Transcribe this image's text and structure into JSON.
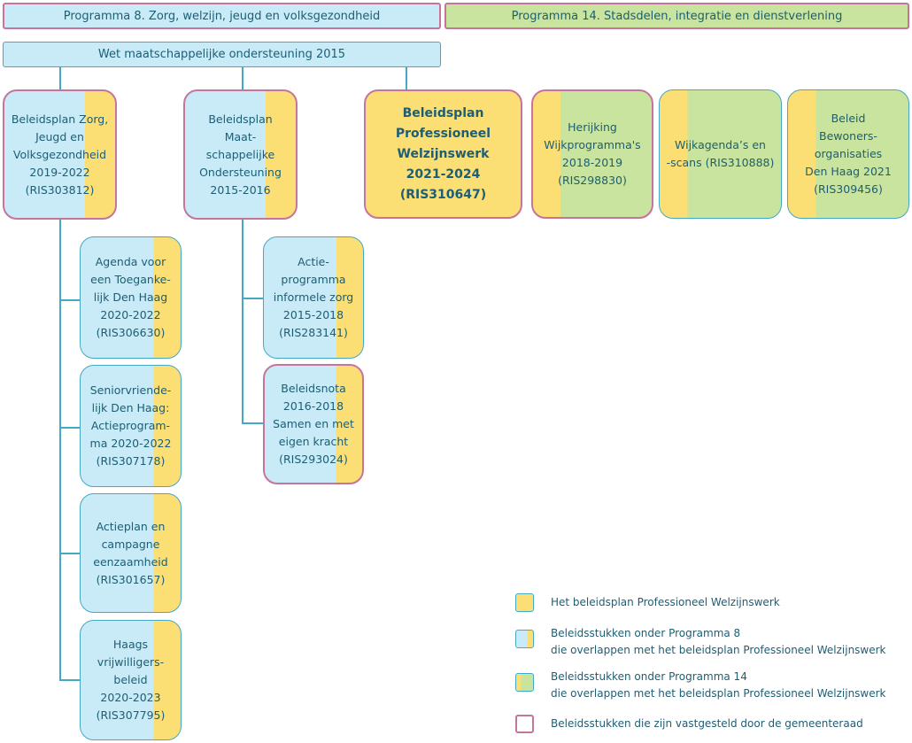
{
  "headers": {
    "programma8": "Programma 8. Zorg, welzijn, jeugd en volksgezondheid",
    "programma14": "Programma 14. Stadsdelen, integratie en dienstverlening"
  },
  "wmo": "Wet maatschappelijke ondersteuning 2015",
  "top_nodes": [
    "Beleidsplan Zorg,\nJeugd en\nVolksgezondheid\n2019-2022\n(RIS303812)",
    "Beleidsplan\nMaat-\nschappelijke\nOndersteuning\n2015-2016",
    "Beleidsplan\nProfessioneel\nWelzijnswerk\n2021-2024\n(RIS310647)",
    "Herijking\nWijkprogramma's\n2018-2019\n(RIS298830)",
    "Wijkagenda’s en\n-scans (RIS310888)",
    "Beleid\nBewoners-\norganisaties\nDen Haag 2021\n(RIS309456)"
  ],
  "sub_zorg": [
    "Agenda voor\neen Toeganke-\nlijk Den Haag\n2020-2022\n(RIS306630)",
    "Seniorvriende-\nlijk Den Haag:\nActieprogram-\nma 2020-2022\n(RIS307178)",
    "Actieplan en\ncampagne\neenzaamheid\n(RIS301657)",
    "Haags\nvrijwilligers-\nbeleid\n2020-2023\n(RIS307795)"
  ],
  "sub_wmo": [
    "Actie-\nprogramma\ninformele zorg\n2015-2018\n(RIS283141)",
    "Beleidsnota\n2016-2018\nSamen en met\neigen kracht\n(RIS293024)"
  ],
  "legend": [
    "Het beleidsplan Professioneel Welzijnswerk",
    "Beleidsstukken onder Programma 8\ndie overlappen met het beleidsplan Professioneel Welzijnswerk",
    "Beleidsstukken onder Programma 14\ndie overlappen met het beleidsplan Professioneel Welzijnswerk",
    "Beleidsstukken die zijn vastgesteld door de gemeenteraad"
  ],
  "colors": {
    "programma8_blue": "#c8ebf7",
    "programma14_green": "#c8e49f",
    "welzijnswerk_yellow": "#fbde74",
    "gemeenteraad_border": "#c5749d",
    "connector_blue": "#45a8c5",
    "text": "#1d5e74"
  }
}
